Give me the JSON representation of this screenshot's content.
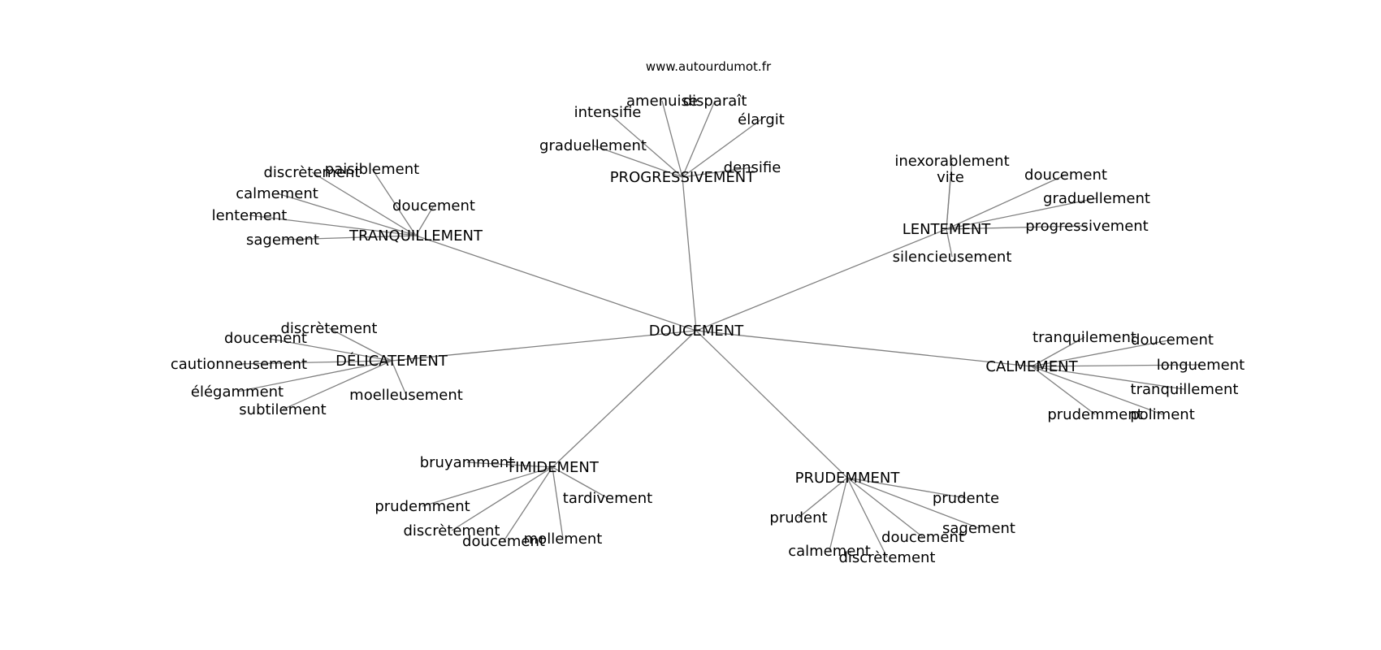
{
  "watermark": "www.autourdumot.fr",
  "colors": {
    "edge": "#808080",
    "text": "#000000",
    "background": "#ffffff"
  },
  "center": "DOUCEMENT",
  "hubs": [
    {
      "id": "progressivement",
      "label": "PROGRESSIVEMENT",
      "leaves": [
        "amenuise",
        "disparaît",
        "intensifie",
        "élargit",
        "graduellement",
        "densifie"
      ]
    },
    {
      "id": "tranquillement",
      "label": "TRANQUILLEMENT",
      "leaves": [
        "discrètement",
        "paisiblement",
        "calmement",
        "doucement",
        "lentement",
        "sagement"
      ]
    },
    {
      "id": "lentement",
      "label": "LENTEMENT",
      "leaves": [
        "inexorablement",
        "vite",
        "doucement",
        "graduellement",
        "progressivement",
        "silencieusement"
      ]
    },
    {
      "id": "delicatement",
      "label": "DÉLICATEMENT",
      "leaves": [
        "discrètement",
        "doucement",
        "cautionneusement",
        "élégamment",
        "subtilement",
        "moelleusement"
      ]
    },
    {
      "id": "calmement",
      "label": "CALMEMENT",
      "leaves": [
        "tranquilement",
        "doucement",
        "longuement",
        "tranquillement",
        "prudemment",
        "poliment"
      ]
    },
    {
      "id": "timidement",
      "label": "TIMIDEMENT",
      "leaves": [
        "bruyamment",
        "tardivement",
        "prudemment",
        "discrètement",
        "doucement",
        "mollement"
      ]
    },
    {
      "id": "prudemment",
      "label": "PRUDEMMENT",
      "leaves": [
        "prudente",
        "prudent",
        "sagement",
        "doucement",
        "calmement",
        "discrètement"
      ]
    }
  ]
}
